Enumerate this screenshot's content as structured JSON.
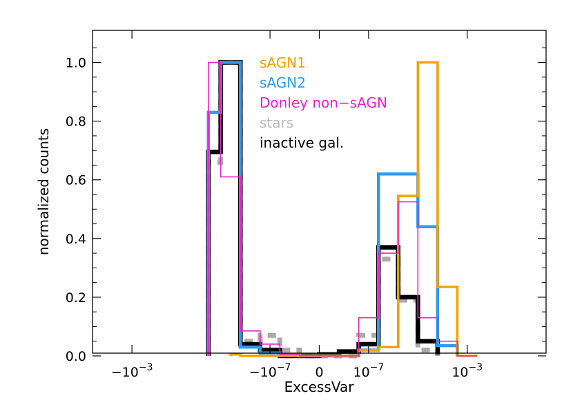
{
  "chart_data": {
    "type": "line",
    "step": true,
    "xlabel": "ExcessVar",
    "ylabel": "normalized counts",
    "ylim": [
      0,
      1.1
    ],
    "x_ticks": [
      {
        "pos": -3.8,
        "base": "−10",
        "exp": "−3"
      },
      {
        "pos": -1,
        "base": "−10",
        "exp": "−7"
      },
      {
        "pos": 0,
        "base": "0",
        "exp": ""
      },
      {
        "pos": 1,
        "base": "10",
        "exp": "−7"
      },
      {
        "pos": 3,
        "base": "10",
        "exp": "−3"
      }
    ],
    "y_ticks": [
      "0.0",
      "0.2",
      "0.4",
      "0.6",
      "0.8",
      "1.0"
    ],
    "y_tick_values": [
      0,
      0.2,
      0.4,
      0.6,
      0.8,
      1.0
    ],
    "legend_placement": "top-center",
    "series": [
      {
        "name": "stars",
        "color": "#aaaaaa",
        "dash": true,
        "edges": [
          -2.25,
          -2,
          -1.6,
          -1.2,
          -0.8,
          -0.4,
          0,
          0.4,
          0.8,
          1.2,
          1.6,
          2,
          2.4
        ],
        "values": [
          0.66,
          1.0,
          0.05,
          0.07,
          0.02,
          0.0,
          0.0,
          0.0,
          0.07,
          0.33,
          0.19,
          0.02
        ]
      },
      {
        "name": "inactive gal.",
        "color": "#000000",
        "edges": [
          -2.25,
          -2,
          -1.6,
          -1.2,
          -0.8,
          -0.4,
          0,
          0.4,
          0.8,
          1.2,
          1.6,
          2,
          2.4
        ],
        "values": [
          0.695,
          1.0,
          0.04,
          0.02,
          0.0,
          0.0,
          0.005,
          0.015,
          0.04,
          0.37,
          0.2,
          0.05,
          0.005
        ]
      },
      {
        "name": "sAGN2",
        "color": "#3399ee",
        "edges": [
          -2.25,
          -2,
          -1.6,
          -1.2,
          -0.8,
          -0.4,
          0,
          0.4,
          0.8,
          1.2,
          1.6,
          2,
          2.4,
          2.8
        ],
        "values": [
          0.83,
          1.0,
          0.03,
          0.01,
          0.005,
          0.0,
          0.0,
          0.0,
          0.02,
          0.62,
          0.62,
          0.44,
          0.035,
          0.0
        ]
      },
      {
        "name": "sAGN1",
        "color": "#f5a000",
        "edges": [
          -1.8,
          -1.6,
          -1.2,
          -0.8,
          -0.4,
          0,
          0.4,
          0.8,
          1.2,
          1.6,
          2,
          2.4,
          2.8,
          3.2
        ],
        "values": [
          0.005,
          0.0,
          0.0,
          0.0,
          0.0,
          0.0,
          0.0,
          0.02,
          0.03,
          0.545,
          1.0,
          0.235,
          0.0
        ]
      },
      {
        "name": "Donley non−sAGN",
        "color": "#ee22cc",
        "edges": [
          -2.25,
          -2,
          -1.6,
          -1.2,
          -0.8,
          -0.4,
          0,
          0.4,
          0.8,
          1.2,
          1.6,
          2,
          2.4,
          2.8,
          3.2
        ],
        "values": [
          1.0,
          0.61,
          0.085,
          0.04,
          0.005,
          0.0,
          0.0,
          0.0,
          0.13,
          0.35,
          0.525,
          0.13,
          0.05,
          0.0
        ]
      }
    ],
    "legend": [
      {
        "label": "sAGN1",
        "color": "#f5a000"
      },
      {
        "label": "sAGN2",
        "color": "#3399ee"
      },
      {
        "label": "Donley non−sAGN",
        "color": "#ee22cc"
      },
      {
        "label": "stars",
        "color": "#bbbbbb"
      },
      {
        "label": "inactive gal.",
        "color": "#000000"
      }
    ]
  }
}
